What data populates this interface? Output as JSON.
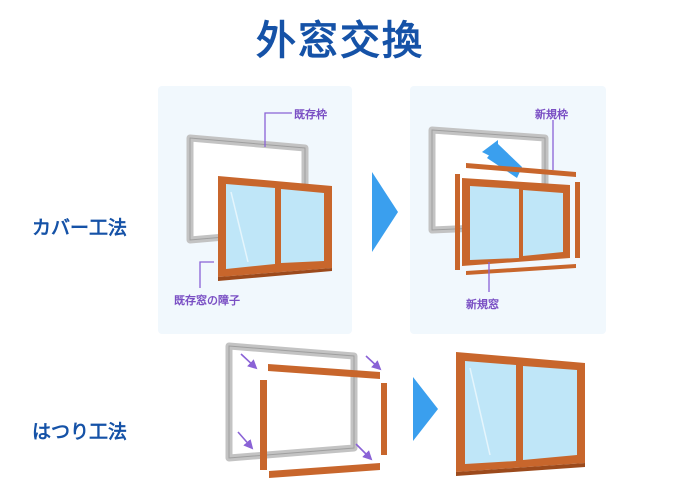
{
  "title": "外窓交換",
  "methods": [
    {
      "label": "カバー工法"
    },
    {
      "label": "はつり工法"
    }
  ],
  "callouts": {
    "existing_frame": "既存枠",
    "existing_sash": "既存窓の障子",
    "new_frame": "新規枠",
    "new_window": "新規窓"
  },
  "colors": {
    "title": "#1552a7",
    "panel_bg": "#f1f8fd",
    "old_frame": "#c9c9c9",
    "wood": "#c8662c",
    "wood_dark": "#9c4a1c",
    "glass": "#bfe6f8",
    "arrow": "#3a9fee",
    "callout": "#7a4fc4"
  },
  "icons": [
    "step-arrow-icon",
    "lift-arrow-icon",
    "diagonal-arrow-icon"
  ]
}
